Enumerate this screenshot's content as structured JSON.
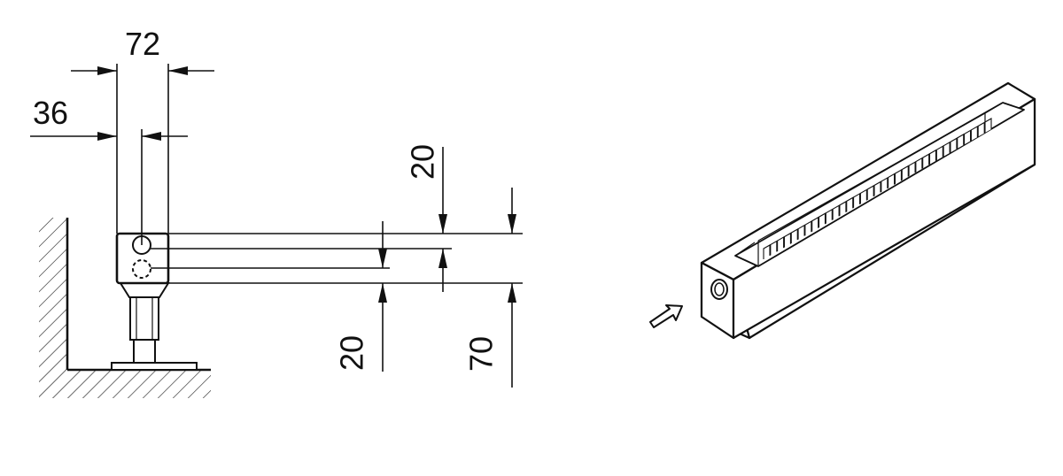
{
  "dimensions": {
    "width_total": "72",
    "width_half": "36",
    "height_top_offset": "20",
    "height_bottom_offset": "20",
    "height_total": "70"
  },
  "colors": {
    "line": "#111111",
    "background": "#ffffff"
  },
  "icons": {
    "inlet_arrow": "arrow-icon"
  }
}
